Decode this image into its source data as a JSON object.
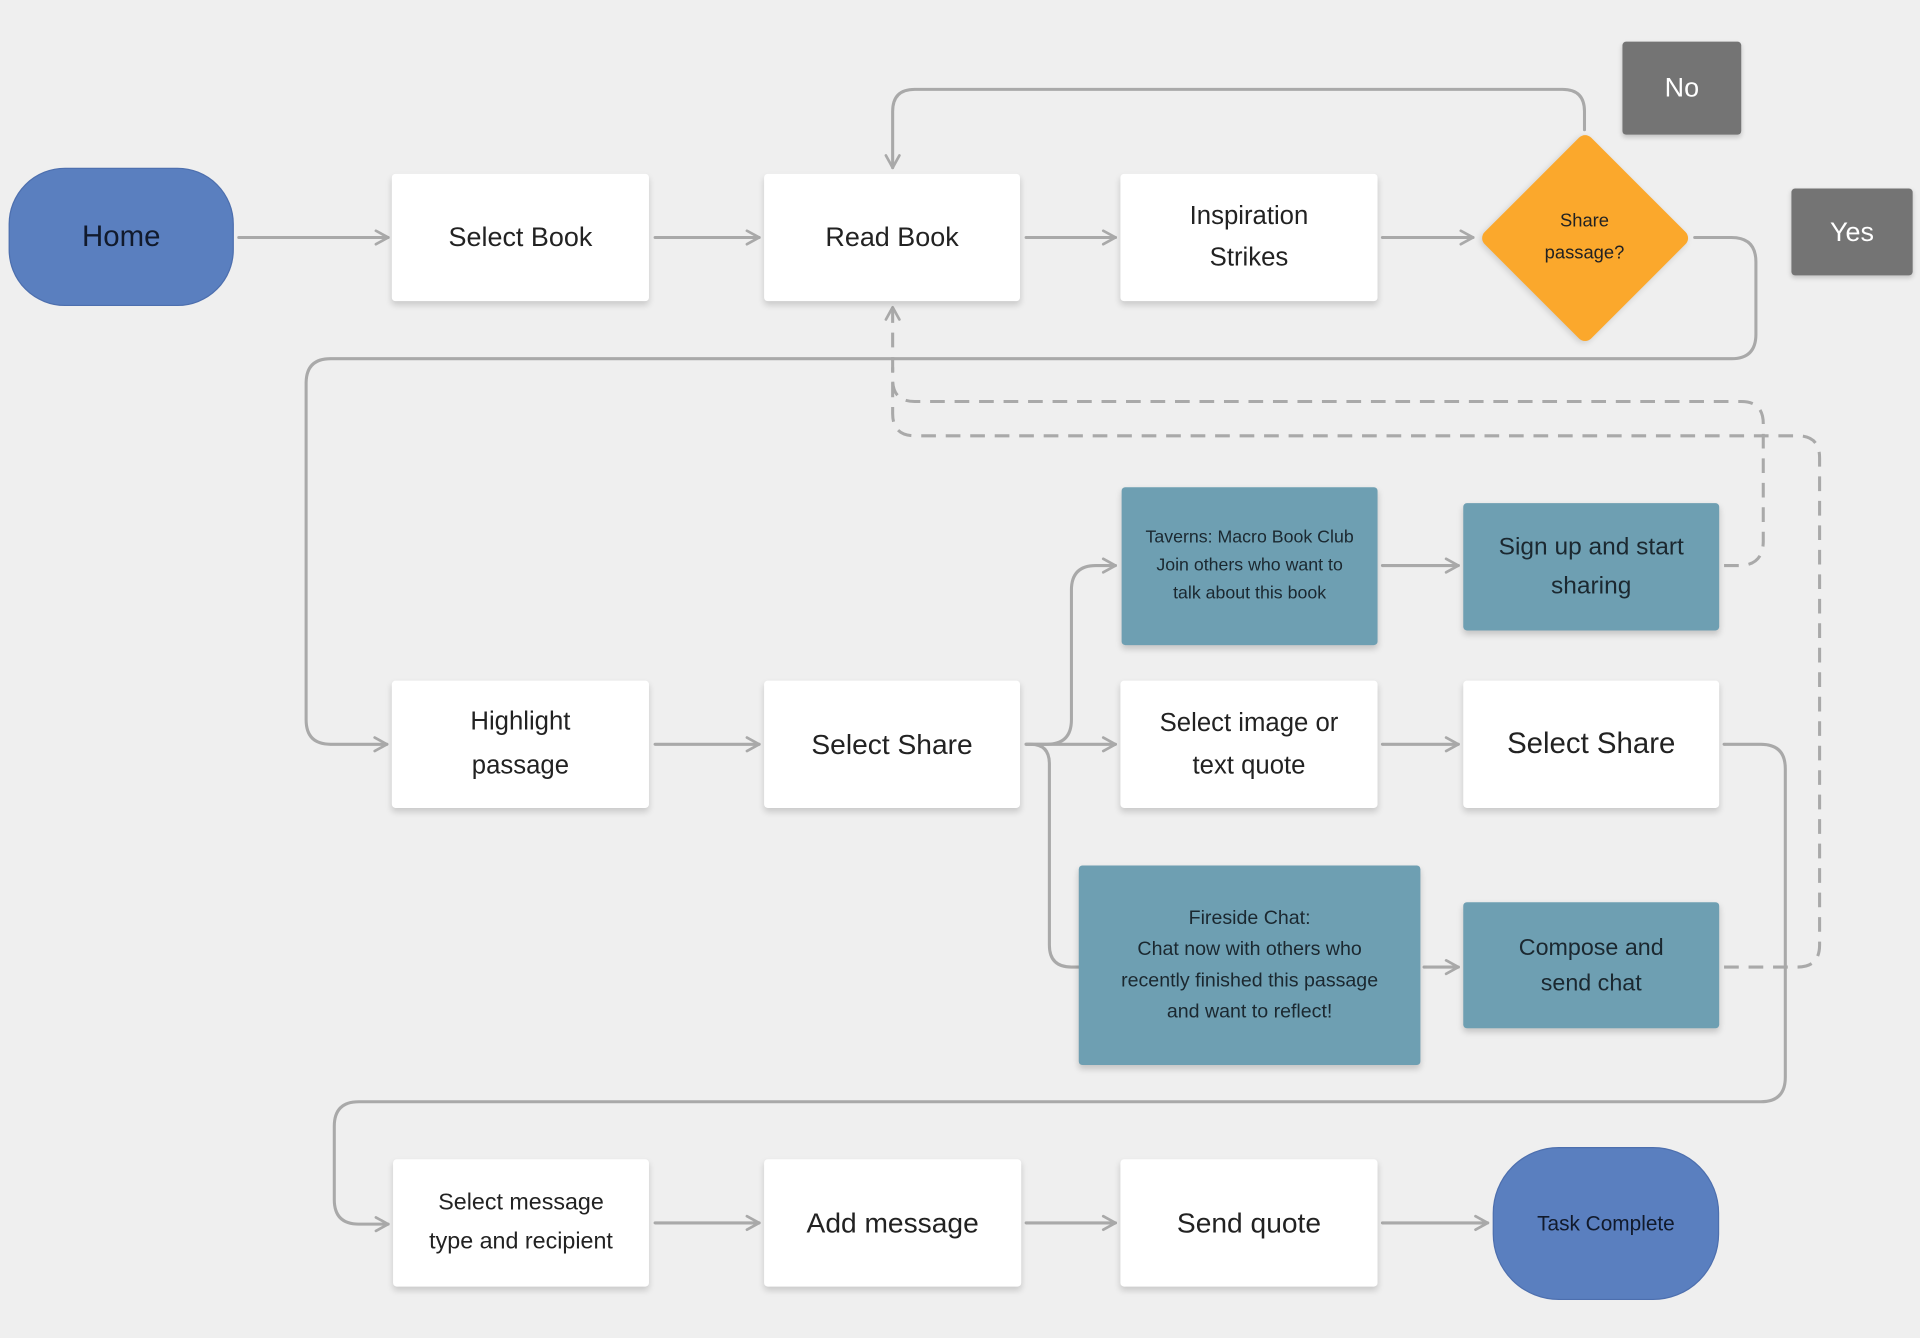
{
  "nodes": {
    "home": "Home",
    "select_book": "Select Book",
    "read_book": "Read Book",
    "inspiration_strikes": [
      "Inspiration",
      "Strikes"
    ],
    "share_passage": [
      "Share",
      "passage?"
    ],
    "no": "No",
    "yes": "Yes",
    "highlight_passage": [
      "Highlight",
      "passage"
    ],
    "select_share_1": "Select Share",
    "taverns": [
      "Taverns: Macro Book Club",
      "Join others who want to",
      "talk about this book"
    ],
    "sign_up": [
      "Sign up and start",
      "sharing"
    ],
    "select_image": [
      "Select image or",
      "text quote"
    ],
    "select_share_2": "Select Share",
    "fireside": [
      "Fireside Chat:",
      "Chat now with others who",
      "recently finished this passage",
      "and want to reflect!"
    ],
    "compose": [
      "Compose and",
      "send chat"
    ],
    "select_message": [
      "Select message",
      "type and recipient"
    ],
    "add_message": "Add message",
    "send_quote": "Send quote",
    "task_complete": "Task Complete"
  },
  "colors": {
    "background": "#efefef",
    "start_end": "#5a7fbf",
    "process": "#ffffff",
    "feature_process": "#6e9fb2",
    "decision": "#fba82c",
    "answer_label": "#747474",
    "connector": "#a9a9a9"
  }
}
